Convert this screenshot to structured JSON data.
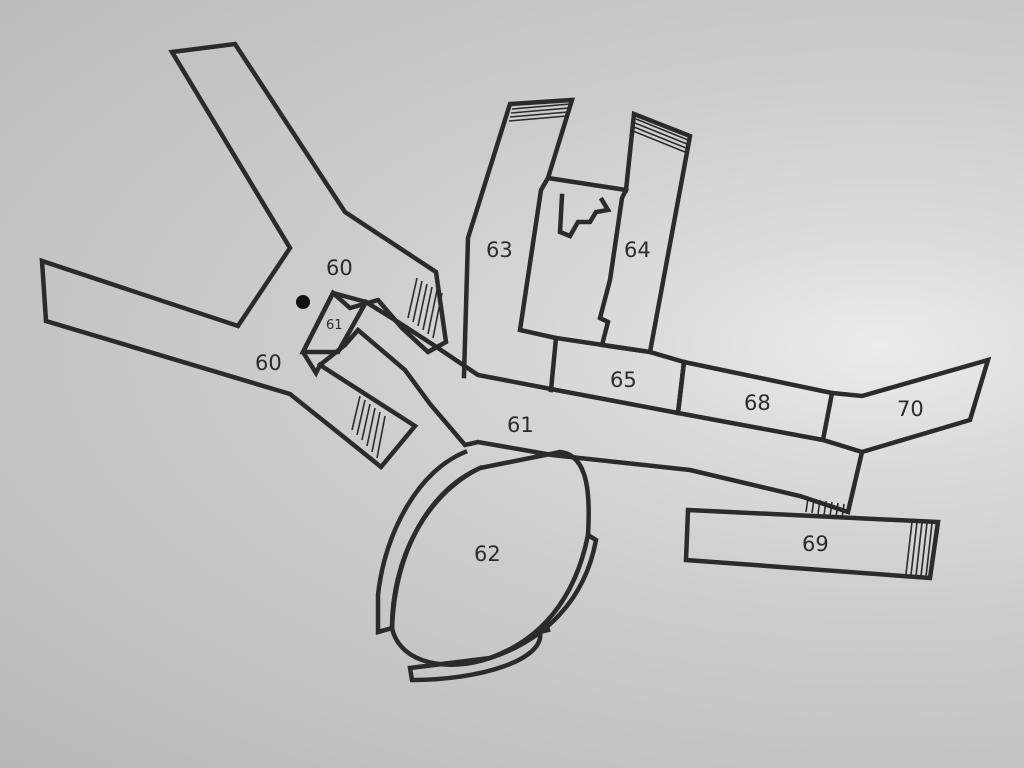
{
  "map": {
    "rooms": [
      {
        "id": "room-60-upper",
        "label": "60"
      },
      {
        "id": "room-60-lower",
        "label": "60"
      },
      {
        "id": "room-61-small",
        "label": "61"
      },
      {
        "id": "room-61",
        "label": "61"
      },
      {
        "id": "room-62",
        "label": "62"
      },
      {
        "id": "room-63",
        "label": "63"
      },
      {
        "id": "room-64",
        "label": "64"
      },
      {
        "id": "room-65",
        "label": "65"
      },
      {
        "id": "room-68",
        "label": "68"
      },
      {
        "id": "room-69",
        "label": "69"
      },
      {
        "id": "room-70",
        "label": "70"
      }
    ],
    "marker": {
      "type": "you-are-here-dot",
      "color": "#111111"
    },
    "colors": {
      "line": "#2b2b2b",
      "paper": "#cdcdcd"
    }
  }
}
